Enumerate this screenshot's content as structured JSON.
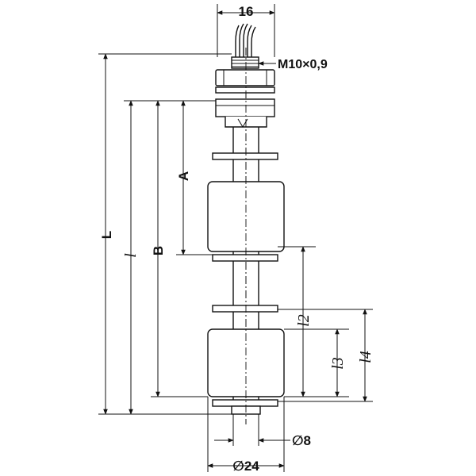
{
  "drawing": {
    "dimensions": {
      "top_width": "16",
      "thread": "M10×0,9",
      "total_length": "L",
      "length_l": "l",
      "length_b": "B",
      "length_a": "A",
      "length_l2": "l2",
      "length_l3": "l3",
      "length_l4": "l4",
      "rod_diameter": "∅8",
      "float_diameter": "∅24"
    }
  }
}
